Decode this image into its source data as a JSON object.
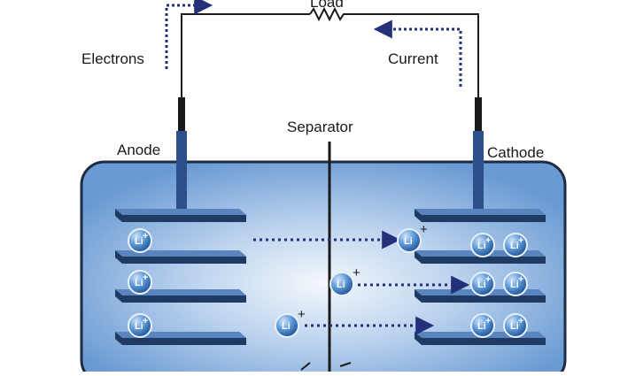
{
  "labels": {
    "load": "Load",
    "electrons": "Electrons",
    "current": "Current",
    "separator": "Separator",
    "anode": "Anode",
    "cathode": "Cathode"
  },
  "ion": {
    "symbol": "Li",
    "charge": "+"
  },
  "colors": {
    "cell_fill": "#6f9fd6",
    "cell_glow": "#eef4fb",
    "cell_border": "#1c2c44",
    "plate_top": "#5a84bd",
    "plate_side": "#203b63",
    "wire": "#1a1a1a",
    "electrode": "#2a4f8a",
    "arrow": "#22317a",
    "ion_fill": "#4f8fd6"
  }
}
